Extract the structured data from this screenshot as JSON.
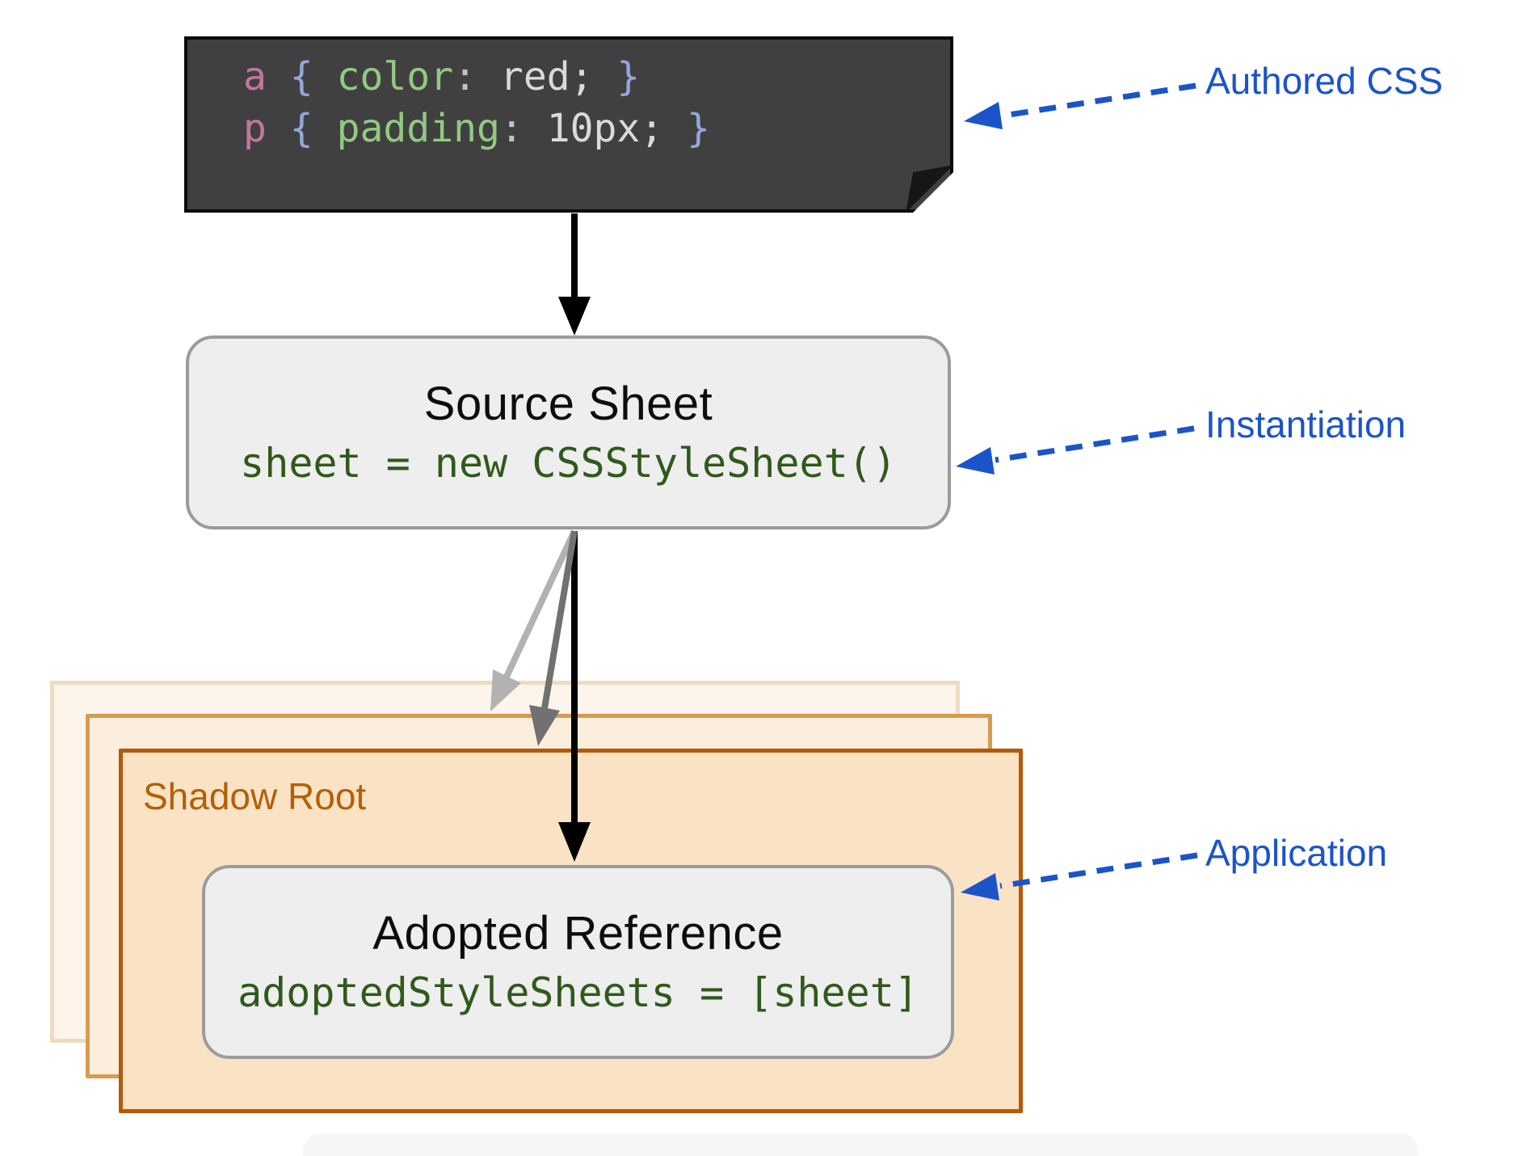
{
  "authored_block": {
    "lines": [
      {
        "selector": "a",
        "brace_open": " { ",
        "property": "color",
        "colon": ":",
        "value": " red; ",
        "brace_close": "}"
      },
      {
        "selector": "p",
        "brace_open": " { ",
        "property": "padding",
        "colon": ":",
        "value": " 10px; ",
        "brace_close": "}"
      }
    ]
  },
  "source_sheet": {
    "title": "Source Sheet",
    "code": "sheet = new CSSStyleSheet()"
  },
  "shadow_root": {
    "label": "Shadow Root"
  },
  "adopted_reference": {
    "title": "Adopted Reference",
    "code": "adoptedStyleSheets = [sheet]"
  },
  "annotations": {
    "authored": {
      "label": "Authored CSS"
    },
    "instantiation": {
      "label": "Instantiation"
    },
    "application": {
      "label": "Application"
    }
  },
  "colors": {
    "annotation_blue": "#1b54c9",
    "shadow_root_orange": "#b45f06",
    "shadow_front_border": "#b5590a",
    "shadow_front_fill": "#fae3c5",
    "box_code_green": "#30591b",
    "box_border_gray": "#9b9b9b",
    "dark_block_bg": "#404040",
    "token_selector_pink": "#c0779f",
    "token_brace_blue": "#92a9da",
    "token_property_green": "#93c982",
    "token_value_light": "#dadada",
    "arrow_black": "#000000",
    "arrow_gray_light": "#b2b2b2",
    "arrow_gray_dark": "#717171"
  }
}
